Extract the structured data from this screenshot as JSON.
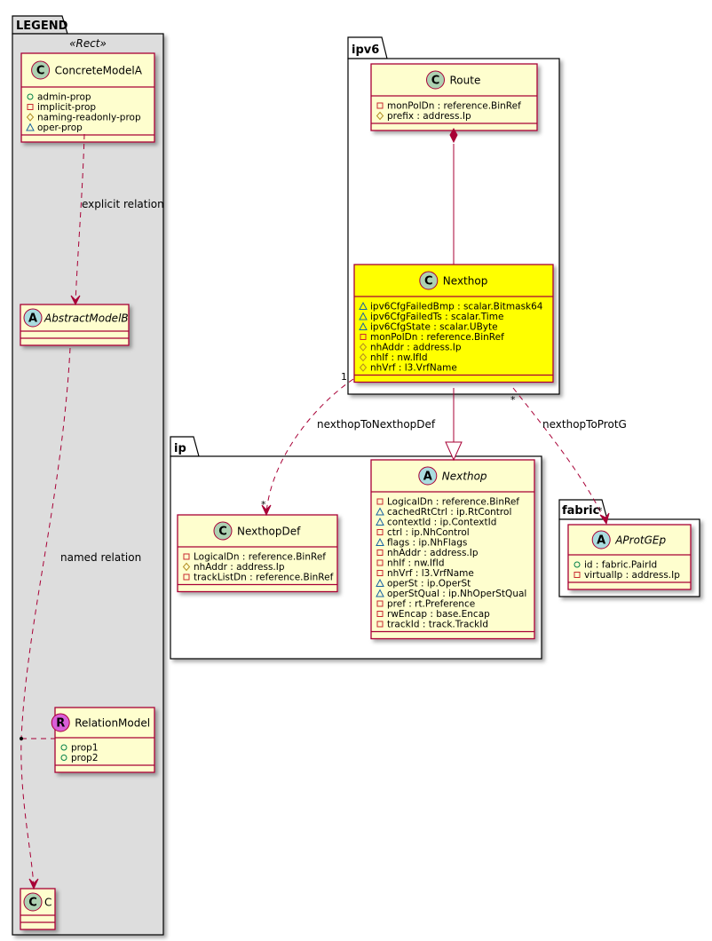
{
  "colors": {
    "class_fill": "#FEFECE",
    "class_border": "#A80036",
    "highlight_fill": "#FFFF00",
    "legend_bg": "#DDDDDD",
    "edge": "#A80036",
    "circle_class": "#ADD1B2",
    "circle_abstract": "#A9DCDF",
    "circle_relation": "#D95FD8",
    "vis_public": "#038048",
    "vis_private": "#C82930",
    "vis_protected": "#B38D22",
    "vis_package": "#1963A0"
  },
  "packages": {
    "legend": {
      "name": "LEGEND",
      "stereotype": "«Rect»"
    },
    "ipv6": {
      "name": "ipv6"
    },
    "ip": {
      "name": "ip"
    },
    "fabric": {
      "name": "fabric"
    }
  },
  "classes": {
    "concrete_model_a": {
      "kind": "C",
      "name": "ConcreteModelA",
      "abstract": false,
      "attrs": [
        {
          "vis": "public",
          "text": "admin-prop"
        },
        {
          "vis": "private",
          "text": "implicit-prop"
        },
        {
          "vis": "protected",
          "text": "naming-readonly-prop"
        },
        {
          "vis": "package",
          "text": "oper-prop"
        }
      ]
    },
    "abstract_model_b": {
      "kind": "A",
      "name": "AbstractModelB",
      "abstract": true,
      "attrs": []
    },
    "relation_model": {
      "kind": "R",
      "name": "RelationModel",
      "abstract": false,
      "attrs": [
        {
          "vis": "public",
          "text": "prop1"
        },
        {
          "vis": "public",
          "text": "prop2"
        }
      ]
    },
    "c": {
      "kind": "C",
      "name": "C",
      "abstract": false,
      "attrs": []
    },
    "route": {
      "kind": "C",
      "name": "Route",
      "abstract": false,
      "attrs": [
        {
          "vis": "private",
          "text": "monPolDn : reference.BinRef"
        },
        {
          "vis": "protected",
          "text": "prefix : address.Ip"
        }
      ]
    },
    "nexthop_ipv6": {
      "kind": "C",
      "name": "Nexthop",
      "abstract": false,
      "highlighted": true,
      "attrs": [
        {
          "vis": "package",
          "text": "ipv6CfgFailedBmp : scalar.Bitmask64"
        },
        {
          "vis": "package",
          "text": "ipv6CfgFailedTs : scalar.Time"
        },
        {
          "vis": "package",
          "text": "ipv6CfgState : scalar.UByte"
        },
        {
          "vis": "private",
          "text": "monPolDn : reference.BinRef"
        },
        {
          "vis": "protected",
          "text": "nhAddr : address.Ip"
        },
        {
          "vis": "protected",
          "text": "nhIf : nw.IfId"
        },
        {
          "vis": "protected",
          "text": "nhVrf : l3.VrfName"
        }
      ]
    },
    "nexthop_def": {
      "kind": "C",
      "name": "NexthopDef",
      "abstract": false,
      "attrs": [
        {
          "vis": "private",
          "text": "LogicalDn : reference.BinRef"
        },
        {
          "vis": "protected",
          "text": "nhAddr : address.Ip"
        },
        {
          "vis": "private",
          "text": "trackListDn : reference.BinRef"
        }
      ]
    },
    "nexthop_ip": {
      "kind": "A",
      "name": "Nexthop",
      "abstract": true,
      "attrs": [
        {
          "vis": "private",
          "text": "LogicalDn : reference.BinRef"
        },
        {
          "vis": "package",
          "text": "cachedRtCtrl : ip.RtControl"
        },
        {
          "vis": "package",
          "text": "contextId : ip.ContextId"
        },
        {
          "vis": "private",
          "text": "ctrl : ip.NhControl"
        },
        {
          "vis": "package",
          "text": "flags : ip.NhFlags"
        },
        {
          "vis": "private",
          "text": "nhAddr : address.Ip"
        },
        {
          "vis": "private",
          "text": "nhIf : nw.IfId"
        },
        {
          "vis": "private",
          "text": "nhVrf : l3.VrfName"
        },
        {
          "vis": "package",
          "text": "operSt : ip.OperSt"
        },
        {
          "vis": "package",
          "text": "operStQual : ip.NhOperStQual"
        },
        {
          "vis": "private",
          "text": "pref : rt.Preference"
        },
        {
          "vis": "private",
          "text": "rwEncap : base.Encap"
        },
        {
          "vis": "private",
          "text": "trackId : track.TrackId"
        }
      ]
    },
    "aprotgep": {
      "kind": "A",
      "name": "AProtGEp",
      "abstract": true,
      "attrs": [
        {
          "vis": "public",
          "text": "id : fabric.PairId"
        },
        {
          "vis": "private",
          "text": "virtualIp : address.Ip"
        }
      ]
    }
  },
  "edges": {
    "explicit": {
      "label": "explicit relation"
    },
    "named": {
      "label": "named relation"
    },
    "to_nexthop_def": {
      "label": "nexthopToNexthopDef",
      "src_mult": "1",
      "dst_mult": "*"
    },
    "to_prot_g": {
      "label": "nexthopToProtG",
      "src_mult": "*",
      "dst_mult": "*"
    }
  }
}
